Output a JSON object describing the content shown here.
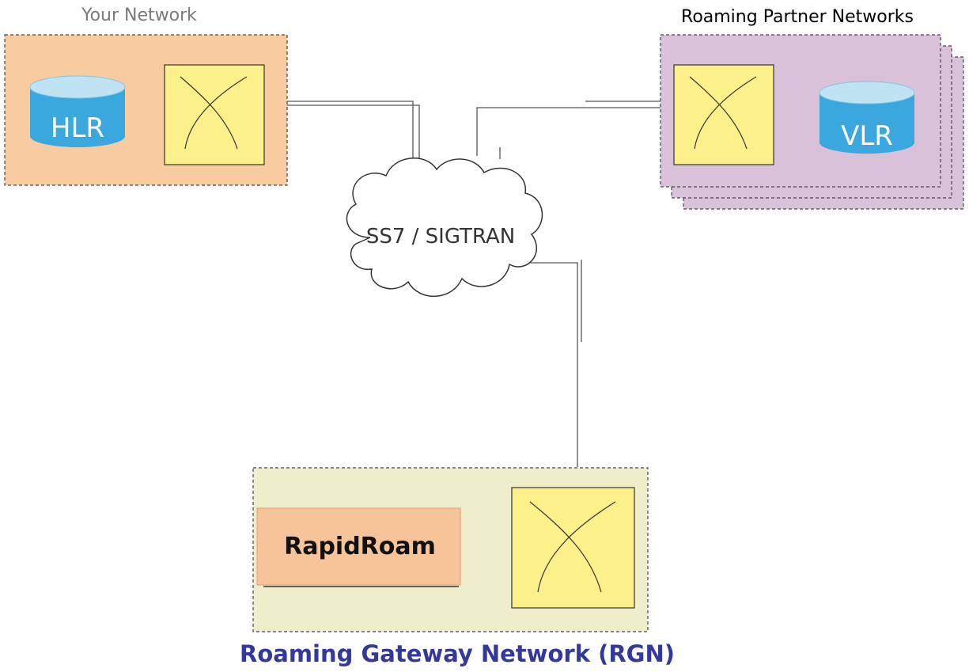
{
  "title": "Roaming Gateway Network (RGN)",
  "your_network": {
    "label": "Your Network",
    "database": "HLR"
  },
  "partner_networks": {
    "label": "Roaming Partner  Networks",
    "database": "VLR"
  },
  "cloud": {
    "label": "SS7 / SIGTRAN"
  },
  "rgn": {
    "app_label": "RapidRoam"
  },
  "colors": {
    "your_network_bg": "#f8cba0",
    "partner_bg": "#d9c2d9",
    "rgn_bg": "#eeeecc",
    "switch_bg": "#fbf08a",
    "app_bg": "#f7c499",
    "db_body": "#3aa7de",
    "db_top": "#bfe3f3",
    "title_color": "#33399a"
  },
  "icons": [
    "switch-icon",
    "database-icon",
    "cloud-icon"
  ]
}
